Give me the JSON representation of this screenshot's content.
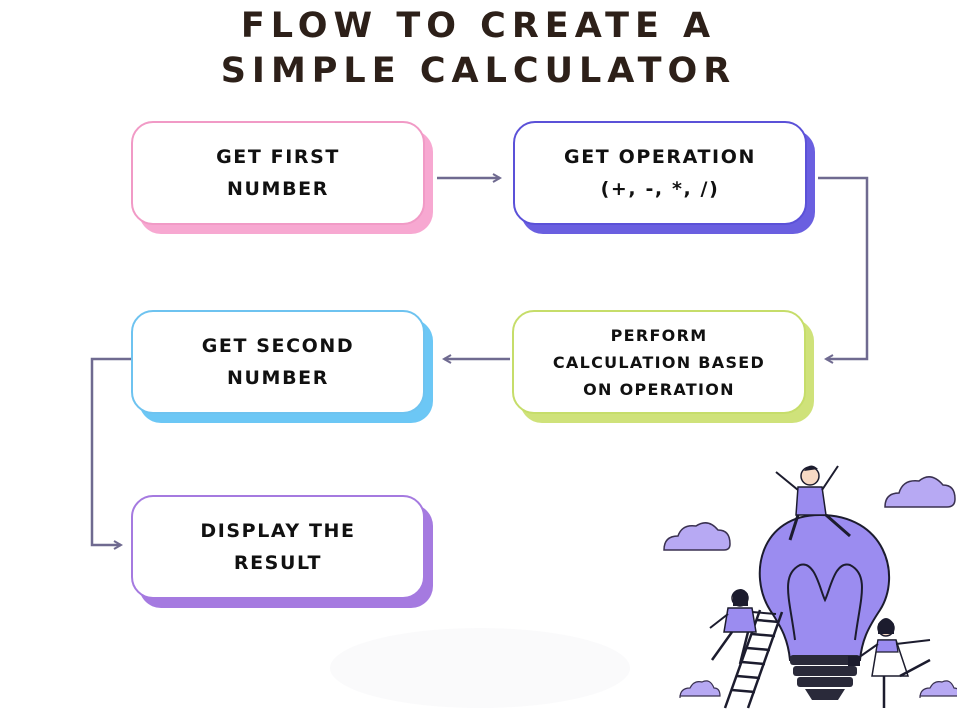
{
  "title": {
    "line1": "FLOW TO CREATE A",
    "line2": "SIMPLE CALCULATOR"
  },
  "steps": [
    {
      "id": "get-first-number",
      "lines": [
        "GET FIRST",
        "NUMBER"
      ],
      "border": "#f19ac6",
      "shadow": "#f7a8d1"
    },
    {
      "id": "get-operation",
      "lines": [
        "GET OPERATION",
        "(+, -, *, /)"
      ],
      "border": "#5b51d8",
      "shadow": "#6a5fe0"
    },
    {
      "id": "perform-calculation",
      "lines": [
        "PERFORM",
        "CALCULATION BASED",
        "ON OPERATION"
      ],
      "border": "#c6dd6a",
      "shadow": "#cfe27a"
    },
    {
      "id": "get-second-number",
      "lines": [
        "GET SECOND",
        "NUMBER"
      ],
      "border": "#6ec3f0",
      "shadow": "#6cc7f5"
    },
    {
      "id": "display-result",
      "lines": [
        "DISPLAY THE",
        "RESULT"
      ],
      "border": "#a57ae0",
      "shadow": "#a57ae0"
    }
  ],
  "colors": {
    "arrow": "#6f6a90",
    "title": "#2d2019",
    "illustration_accent": "#9b8cf0",
    "illustration_line": "#1c1c2e"
  },
  "icons": [
    "lightbulb-illustration",
    "cloud-icon",
    "person-icon",
    "ladder-icon"
  ]
}
